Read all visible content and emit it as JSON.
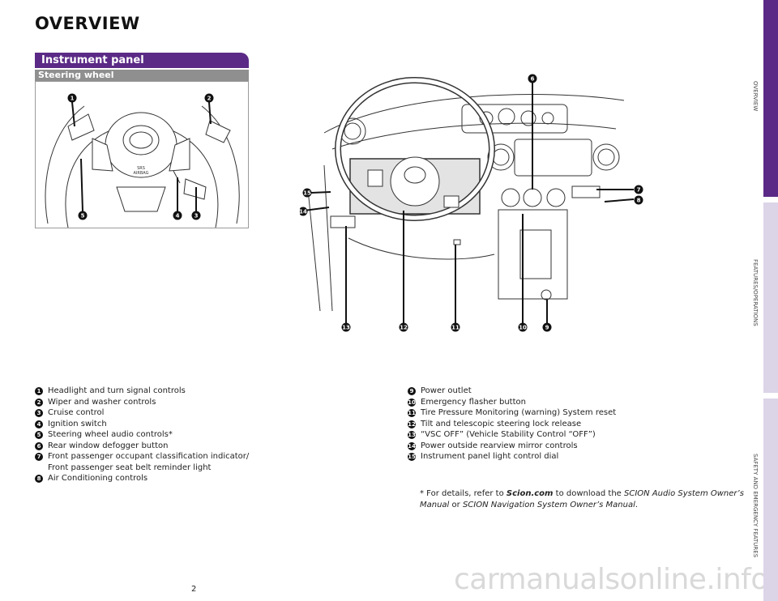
{
  "page": {
    "title": "OVERVIEW",
    "number": "2"
  },
  "section": {
    "header": "Instrument panel",
    "subheader": "Steering wheel"
  },
  "callouts": [
    "1",
    "2",
    "3",
    "4",
    "5",
    "6",
    "7",
    "8",
    "9",
    "10",
    "11",
    "12",
    "13",
    "14",
    "15"
  ],
  "items_left": [
    {
      "n": "1",
      "text": "Headlight and turn signal controls"
    },
    {
      "n": "2",
      "text": "Wiper and washer controls"
    },
    {
      "n": "3",
      "text": "Cruise control"
    },
    {
      "n": "4",
      "text": "Ignition switch"
    },
    {
      "n": "5",
      "text": "Steering wheel audio controls*"
    },
    {
      "n": "6",
      "text": "Rear window defogger button"
    },
    {
      "n": "7",
      "text": "Front passenger occupant classification indicator/"
    },
    {
      "n": "",
      "text": "Front passenger seat belt reminder light"
    },
    {
      "n": "8",
      "text": "Air Conditioning controls"
    }
  ],
  "items_right": [
    {
      "n": "9",
      "text": "Power outlet"
    },
    {
      "n": "10",
      "text": "Emergency flasher button"
    },
    {
      "n": "11",
      "text": "Tire Pressure Monitoring (warning) System reset"
    },
    {
      "n": "12",
      "text": "Tilt and telescopic steering lock release"
    },
    {
      "n": "13",
      "text": "“VSC OFF” (Vehicle Stability Control “OFF”)"
    },
    {
      "n": "14",
      "text": "Power outside rearview mirror controls"
    },
    {
      "n": "15",
      "text": "Instrument panel light control dial"
    }
  ],
  "footnote": {
    "prefix": "* For details, refer to ",
    "link": "Scion.com",
    "mid1": " to download the ",
    "doc1": "SCION Audio System Owner’s Manual",
    "mid2": " or ",
    "doc2": "SCION Navigation System Owner’s Manual",
    "suffix": "."
  },
  "airbag": {
    "line1": "SRS",
    "line2": "AIRBAG"
  },
  "side_tabs": [
    "OVERVIEW",
    "FEATURES/OPERATIONS",
    "SAFETY AND EMERGENCY FEATURES"
  ],
  "watermark": "carmanualsonline.info",
  "colors": {
    "accent": "#5b2a86",
    "subheader": "#8f8f8f",
    "tab_inactive": "#dcd4e7"
  }
}
